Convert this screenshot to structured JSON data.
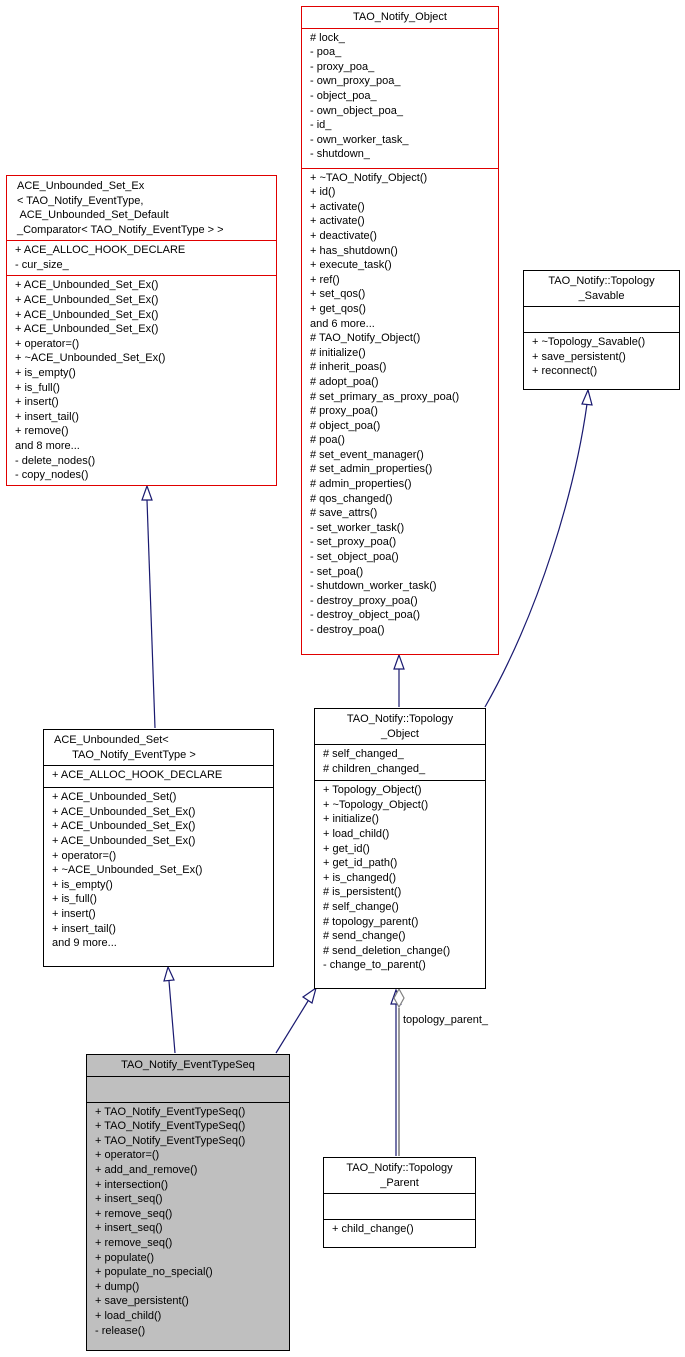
{
  "diagram": {
    "classes": {
      "tao_notify_object": {
        "title": [
          "TAO_Notify_Object"
        ],
        "attributes": [
          "# lock_",
          "- poa_",
          "- proxy_poa_",
          "- own_proxy_poa_",
          "- object_poa_",
          "- own_object_poa_",
          "- id_",
          "- own_worker_task_",
          "- shutdown_"
        ],
        "methods": [
          "+ ~TAO_Notify_Object()",
          "+ id()",
          "+ activate()",
          "+ activate()",
          "+ deactivate()",
          "+ has_shutdown()",
          "+ execute_task()",
          "+ ref()",
          "+ set_qos()",
          "+ get_qos()",
          "and 6 more...",
          "# TAO_Notify_Object()",
          "# initialize()",
          "# inherit_poas()",
          "# adopt_poa()",
          "# set_primary_as_proxy_poa()",
          "# proxy_poa()",
          "# object_poa()",
          "# poa()",
          "# set_event_manager()",
          "# set_admin_properties()",
          "# admin_properties()",
          "# qos_changed()",
          "# save_attrs()",
          "- set_worker_task()",
          "- set_proxy_poa()",
          "- set_object_poa()",
          "- set_poa()",
          "- shutdown_worker_task()",
          "- destroy_proxy_poa()",
          "- destroy_object_poa()",
          "- destroy_poa()"
        ]
      },
      "ace_unbounded_set_ex": {
        "title": [
          "ACE_Unbounded_Set_Ex",
          "< TAO_Notify_EventType,",
          " ACE_Unbounded_Set_Default",
          "_Comparator< TAO_Notify_EventType > >"
        ],
        "attributes": [
          "+ ACE_ALLOC_HOOK_DECLARE",
          "- cur_size_"
        ],
        "methods": [
          "+ ACE_Unbounded_Set_Ex()",
          "+ ACE_Unbounded_Set_Ex()",
          "+ ACE_Unbounded_Set_Ex()",
          "+ ACE_Unbounded_Set_Ex()",
          "+ operator=()",
          "+ ~ACE_Unbounded_Set_Ex()",
          "+ is_empty()",
          "+ is_full()",
          "+ insert()",
          "+ insert_tail()",
          "+ remove()",
          "and 8 more...",
          "- delete_nodes()",
          "- copy_nodes()"
        ]
      },
      "topology_savable": {
        "title": [
          "TAO_Notify::Topology",
          "_Savable"
        ],
        "attributes": [],
        "methods": [
          "+ ~Topology_Savable()",
          "+ save_persistent()",
          "+ reconnect()"
        ]
      },
      "ace_unbounded_set": {
        "title": [
          "ACE_Unbounded_Set<",
          "      TAO_Notify_EventType >"
        ],
        "attributes": [
          "+ ACE_ALLOC_HOOK_DECLARE"
        ],
        "methods": [
          "+ ACE_Unbounded_Set()",
          "+ ACE_Unbounded_Set_Ex()",
          "+ ACE_Unbounded_Set_Ex()",
          "+ ACE_Unbounded_Set_Ex()",
          "+ operator=()",
          "+ ~ACE_Unbounded_Set_Ex()",
          "+ is_empty()",
          "+ is_full()",
          "+ insert()",
          "+ insert_tail()",
          "and 9 more..."
        ]
      },
      "topology_object": {
        "title": [
          "TAO_Notify::Topology",
          "_Object"
        ],
        "attributes": [
          "# self_changed_",
          "# children_changed_"
        ],
        "methods": [
          "+ Topology_Object()",
          "+ ~Topology_Object()",
          "+ initialize()",
          "+ load_child()",
          "+ get_id()",
          "+ get_id_path()",
          "+ is_changed()",
          "# is_persistent()",
          "# self_change()",
          "# topology_parent()",
          "# send_change()",
          "# send_deletion_change()",
          "- change_to_parent()"
        ]
      },
      "event_type_seq": {
        "title": [
          "TAO_Notify_EventTypeSeq"
        ],
        "attributes": [],
        "methods": [
          "+ TAO_Notify_EventTypeSeq()",
          "+ TAO_Notify_EventTypeSeq()",
          "+ TAO_Notify_EventTypeSeq()",
          "+ operator=()",
          "+ add_and_remove()",
          "+ intersection()",
          "+ insert_seq()",
          "+ remove_seq()",
          "+ insert_seq()",
          "+ remove_seq()",
          "+ populate()",
          "+ populate_no_special()",
          "+ dump()",
          "+ save_persistent()",
          "+ load_child()",
          "- release()"
        ]
      },
      "topology_parent": {
        "title": [
          "TAO_Notify::Topology",
          "_Parent"
        ],
        "attributes": [],
        "methods": [
          "+ child_change()"
        ]
      }
    },
    "edge_labels": {
      "topology_parent_member": "topology_parent_"
    },
    "colors": {
      "edge_inheritance": "#191970",
      "edge_usage": "#808080",
      "truncated_border": "#e00000",
      "focus_fill": "#bfbfbf"
    }
  }
}
